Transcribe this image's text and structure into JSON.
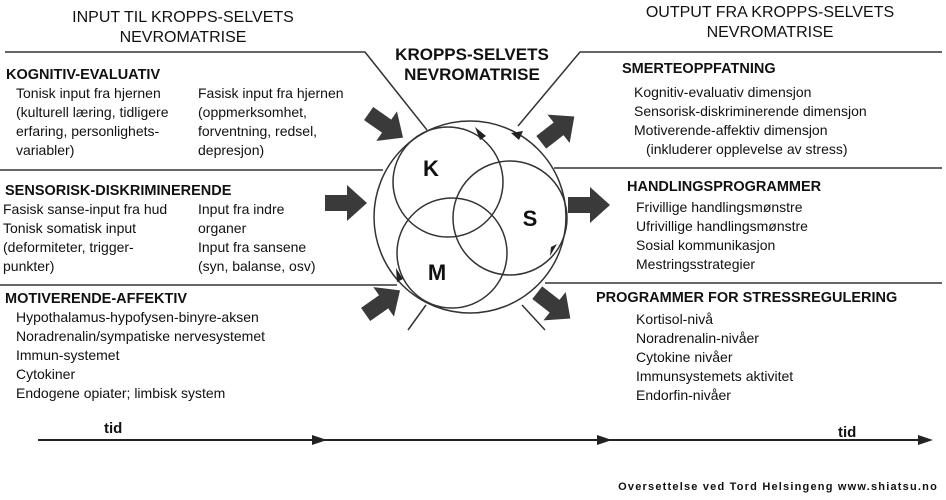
{
  "left_header": [
    "INPUT TIL KROPPS-SELVETS",
    "NEVROMATRISE"
  ],
  "center_header": [
    "KROPPS-SELVETS",
    "NEVROMATRISE"
  ],
  "right_header": [
    "OUTPUT FRA KROPPS-SELVETS",
    "NEVROMATRISE"
  ],
  "inputs": [
    {
      "title": "KOGNITIV-EVALUATIV",
      "col1": [
        "Tonisk input fra hjernen",
        "(kulturell læring, tidligere",
        "erfaring, personlighets-",
        "variabler)"
      ],
      "col2": [
        "Fasisk input fra hjernen",
        "(oppmerksomhet,",
        "forventning, redsel,",
        "depresjon)"
      ]
    },
    {
      "title": "SENSORISK-DISKRIMINERENDE",
      "col1": [
        "Fasisk sanse-input fra hud",
        "Tonisk somatisk input",
        "(deformiteter, trigger-",
        "punkter)"
      ],
      "col2": [
        "Input fra indre",
        "organer",
        "Input fra sansene",
        "(syn, balanse, osv)"
      ]
    },
    {
      "title": "MOTIVERENDE-AFFEKTIV",
      "col1": [
        "Hypothalamus-hypofysen-binyre-aksen",
        "Noradrenalin/sympatiske nervesystemet",
        "Immun-systemet",
        "Cytokiner",
        "Endogene opiater; limbisk system"
      ]
    }
  ],
  "outputs": [
    {
      "title": "SMERTEOPPFATNING",
      "items": [
        "Kognitiv-evaluativ dimensjon",
        "Sensorisk-diskriminerende dimensjon",
        "Motiverende-affektiv dimensjon",
        "(inkluderer opplevelse av stress)"
      ]
    },
    {
      "title": "HANDLINGSPROGRAMMER",
      "items": [
        "Frivillige handlingsmønstre",
        "Ufrivillige handlingsmønstre",
        "Sosial kommunikasjon",
        "Mestringsstrategier"
      ]
    },
    {
      "title": "PROGRAMMER FOR STRESSREGULERING",
      "items": [
        "Kortisol-nivå",
        "Noradrenalin-nivåer",
        "Cytokine nivåer",
        "Immunsystemets aktivitet",
        "Endorfin-nivåer"
      ]
    }
  ],
  "circle_labels": {
    "k": "K",
    "s": "S",
    "m": "M"
  },
  "timeline": {
    "left": "tid",
    "right": "tid"
  },
  "footer": "Oversettelse ved Tord Helsingeng www.shiatsu.no"
}
